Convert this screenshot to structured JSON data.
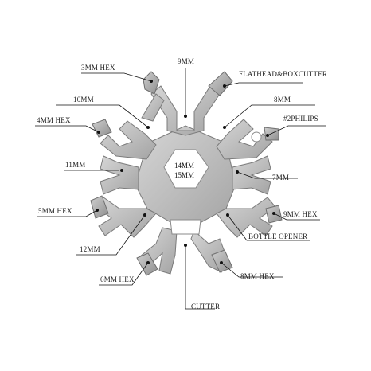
{
  "center_labels": [
    "14MM",
    "15MM"
  ],
  "labels": {
    "hex3": "3MM HEX",
    "hex9_top": "9MM",
    "flathead": "FLATHEAD&BOXCUTTER",
    "mm10": "10MM",
    "mm8_top": "8MM",
    "hex4": "4MM HEX",
    "philips2": "#2PHILIPS",
    "mm11": "11MM",
    "mm7": "7MM",
    "hex5": "5MM HEX",
    "hex9": "9MM HEX",
    "mm12": "12MM",
    "bottle": "BOTTLE OPENER",
    "hex6": "6MM HEX",
    "hex8": "8MM HEX",
    "cutter": "CUTTER"
  },
  "colors": {
    "background": "#ffffff",
    "steel": "#b9b9b9",
    "text": "#222222"
  }
}
